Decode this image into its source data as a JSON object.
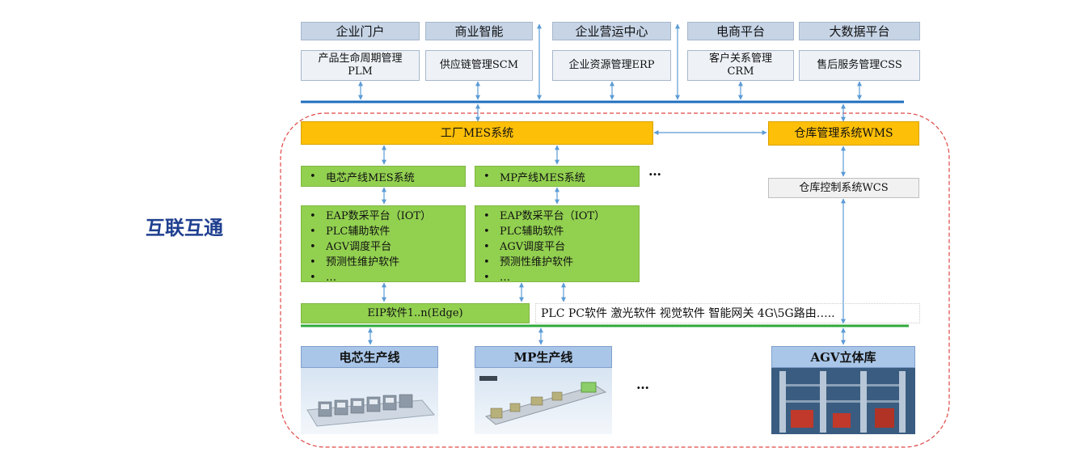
{
  "side_title": "互联互通",
  "top_platforms": [
    "企业门户",
    "商业智能",
    "企业营运中心",
    "电商平台",
    "大数据平台"
  ],
  "enterprise_systems": [
    [
      "产品生命周期管理",
      "PLM"
    ],
    [
      "供应链管理SCM"
    ],
    [
      "企业资源管理ERP"
    ],
    [
      "客户关系管理",
      "CRM"
    ],
    [
      "售后服务管理CSS"
    ]
  ],
  "factory": {
    "mes": "工厂MES系统",
    "wms": "仓库管理系统WMS",
    "wcs": "仓库控制系统WCS",
    "line_mes": [
      "电芯产线MES系统",
      "MP产线MES系统"
    ],
    "bullet": "•",
    "more": "…",
    "line_apps": [
      "EAP数采平台（IOT）",
      "PLC辅助软件",
      "AGV调度平台",
      "预测性维护软件",
      "…"
    ],
    "edge": "EIP软件1..n(Edge)",
    "edge_others": "PLC  PC软件 激光软件 视觉软件 智能网关 4G\\5G路由…..",
    "production": [
      "电芯生产线",
      "MP生产线",
      "AGV立体库"
    ]
  },
  "colors": {
    "top_box": "#c6d4e6",
    "bus_blue": "#1f6fbf",
    "bus_green": "#2eaa3a",
    "orange": "#fdbf07",
    "green": "#92d050",
    "arrow": "#5b9bd5",
    "boundary": "#e04848",
    "title": "#1f3f8f"
  }
}
